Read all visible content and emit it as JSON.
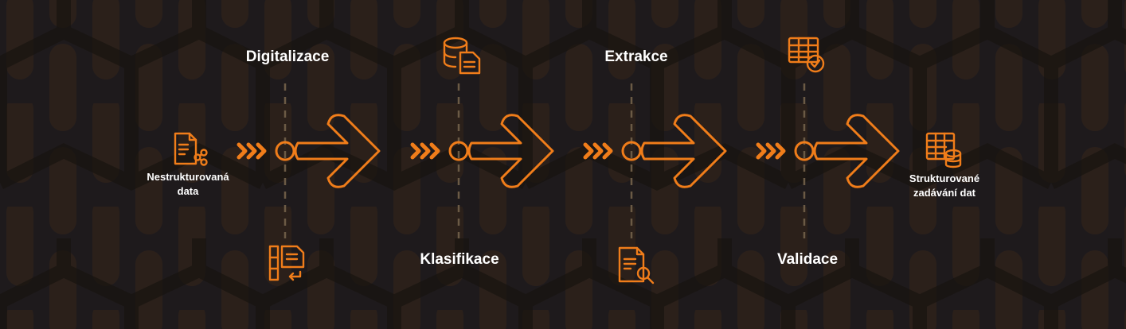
{
  "colors": {
    "background": "#1e1a1c",
    "pattern": "#2a1f1a",
    "accent": "#f07d1a",
    "dashed": "#6b5a45",
    "text": "#ffffff"
  },
  "stages": [
    {
      "title": "Digitalizace",
      "icon": "document-return-icon"
    },
    {
      "title": "Klasifikace",
      "icon": "database-document-icon"
    },
    {
      "title": "Extrakce",
      "icon": "document-search-icon"
    },
    {
      "title": "Validace",
      "icon": "table-check-icon"
    }
  ],
  "start": {
    "label_line1": "Nestrukturovaná",
    "label_line2": "data",
    "icon": "document-share-icon"
  },
  "end": {
    "label_line1": "Strukturované",
    "label_line2": "zadávání dat",
    "icon": "table-database-icon"
  }
}
